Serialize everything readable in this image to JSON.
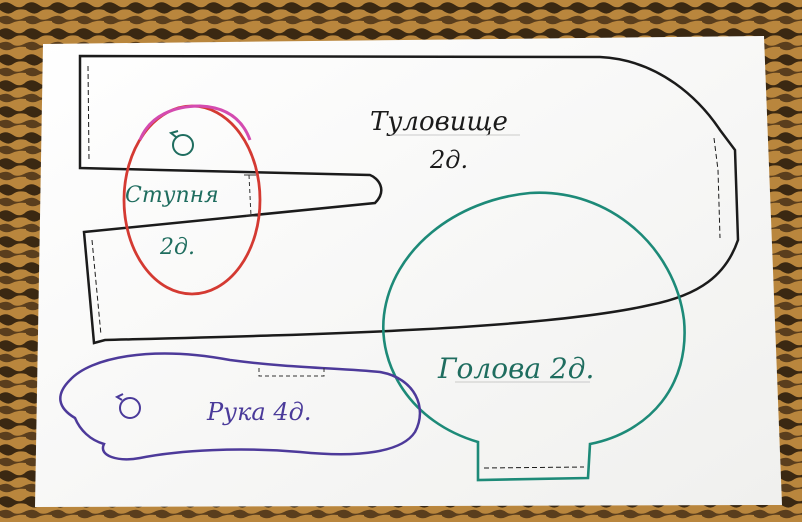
{
  "pieces": {
    "body": {
      "title": "Туловище",
      "count": "2д.",
      "color": "#1b1b1b"
    },
    "foot": {
      "title": "Ступня",
      "count": "2д.",
      "color": "#d43a32",
      "accent": "#d44bb0"
    },
    "head": {
      "title": "Голова 2д.",
      "color": "#1d8a78"
    },
    "hand": {
      "title": "Рука 4д.",
      "color": "#4d3a9a"
    }
  },
  "colors": {
    "paper": "#fbfbfb",
    "background_stripe_dark": "#3a2812",
    "background_stripe_light": "#b9863d",
    "text_teal": "#1f6d5f",
    "text_purple": "#4a3a9a"
  }
}
